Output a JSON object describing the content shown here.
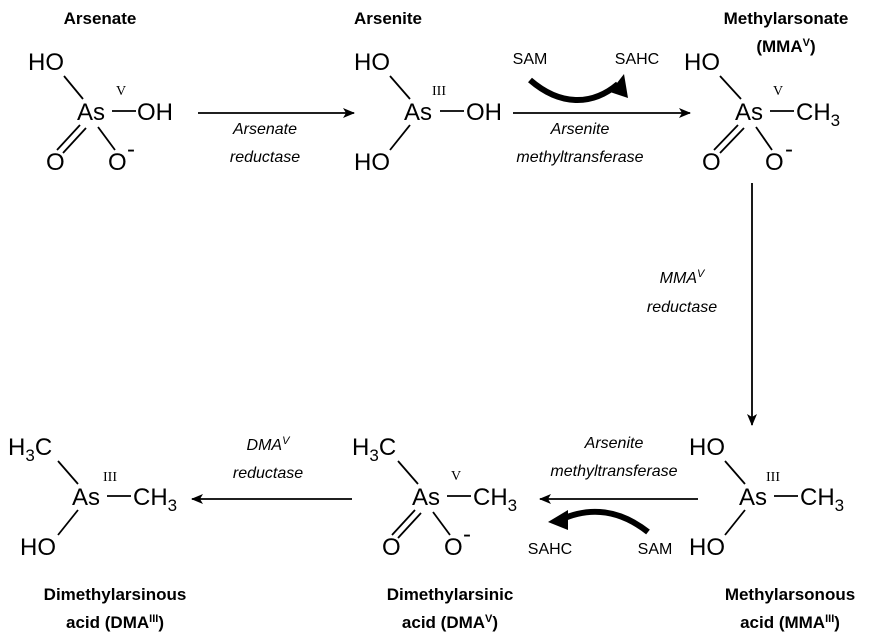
{
  "compounds": {
    "arsenate": {
      "name": "Arsenate",
      "ox": "V"
    },
    "arsenite": {
      "name": "Arsenite",
      "ox": "III"
    },
    "mma5": {
      "name_line1": "Methylarsonate",
      "name_line2_pre": "(MMA",
      "name_sup": "V",
      "name_line2_post": ")",
      "ox": "V"
    },
    "mma3": {
      "name_line1": "Methylarsonous",
      "name_line2_pre": "acid (MMA",
      "name_sup": "III",
      "name_line2_post": ")",
      "ox": "III"
    },
    "dma5": {
      "name_line1": "Dimethylarsinic",
      "name_line2_pre": "acid (DMA",
      "name_sup": "V",
      "name_line2_post": ")",
      "ox": "V"
    },
    "dma3": {
      "name_line1": "Dimethylarsinous",
      "name_line2_pre": "acid (DMA",
      "name_sup": "III",
      "name_line2_post": ")",
      "ox": "III"
    }
  },
  "atoms": {
    "HO": "HO",
    "OH": "OH",
    "As": "As",
    "O": "O",
    "minus": "-",
    "CH": "CH",
    "H": "H",
    "C": "C",
    "three": "3"
  },
  "enzymes": {
    "arsenate_reductase_l1": "Arsenate",
    "arsenate_reductase_l2": "reductase",
    "as3mt_top_l1": "Arsenite",
    "as3mt_top_l2": "methyltransferase",
    "mma_reductase_pre": "MMA",
    "mma_reductase_sup": "V",
    "mma_reductase_l2": "reductase",
    "as3mt_bottom_l1": "Arsenite",
    "as3mt_bottom_l2": "methyltransferase",
    "dma_reductase_pre": "DMA",
    "dma_reductase_sup": "V",
    "dma_reductase_l2": "reductase"
  },
  "cofactors": {
    "top_in": "SAM",
    "top_out": "SAHC",
    "bottom_in": "SAM",
    "bottom_out": "SAHC"
  }
}
